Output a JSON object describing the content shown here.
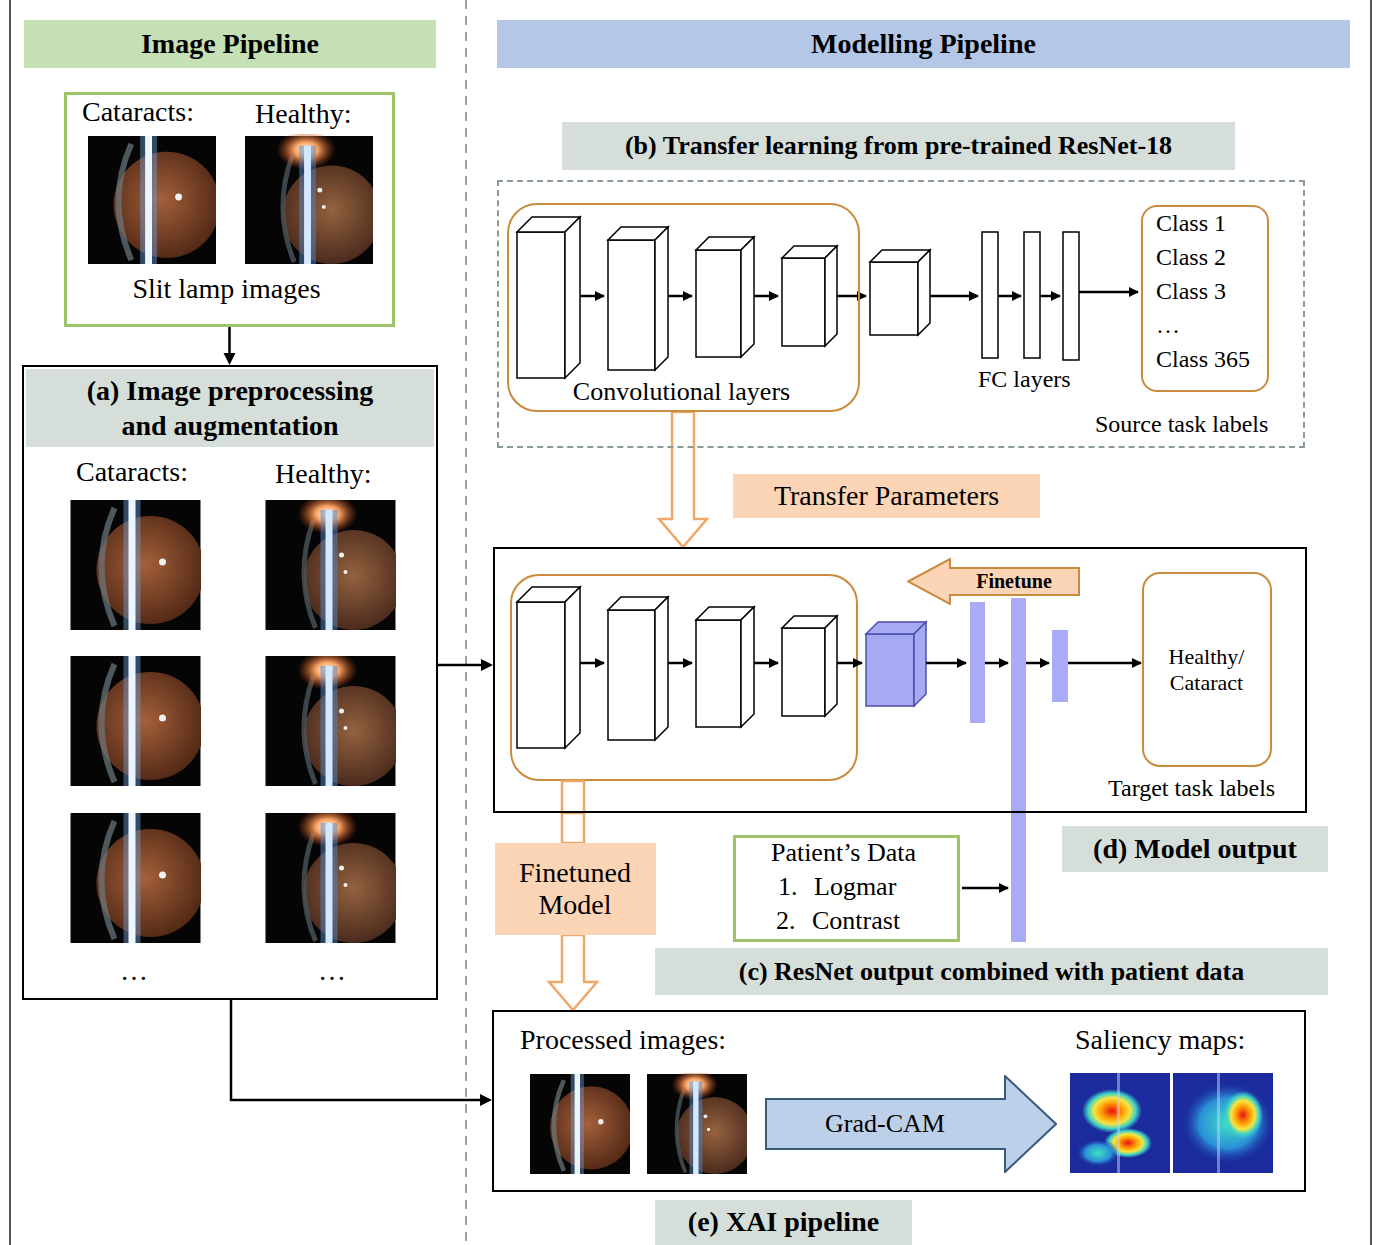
{
  "diagram": {
    "nodes": [
      {
        "text": [
          "Image Pipeline"
        ]
      },
      {
        "text": [
          "Cataracts:",
          "Healthy:",
          "Slit lamp images"
        ]
      },
      {
        "text": [
          "Cataracts:",
          "Healthy:",
          "…",
          "…"
        ]
      },
      {
        "text": [
          "(a) Image preprocessing and augmentation"
        ],
        "in": 2
      },
      {
        "text": [
          "Modelling Pipeline"
        ]
      },
      {
        "text": [
          "(b) Transfer learning from pre-trained ResNet-18"
        ]
      },
      {
        "text": [
          "Source task labels"
        ]
      },
      {
        "text": [
          "Convolutional layers"
        ],
        "in": 6
      },
      {
        "text": [
          "Class 1",
          "Class 2",
          "Class 3",
          "…",
          "Class 365"
        ],
        "in": 6
      },
      {
        "text": [
          "Transfer Parameters"
        ]
      },
      {
        "text": [
          "Target task labels"
        ]
      },
      {
        "text": [
          "Finetune"
        ],
        "in": 10
      },
      {
        "text": [
          "Healthy/ Cataract"
        ],
        "in": 10
      },
      {
        "text": [
          "Finetuned Model"
        ]
      },
      {
        "text": [
          "Patient’s Data",
          "1. Logmar",
          "2. Contrast"
        ]
      },
      {
        "text": [
          "(d) Model output"
        ]
      },
      {
        "text": [
          "(c) ResNet output combined with patient data"
        ]
      },
      {
        "text": [
          "Processed images:",
          "Saliency maps:"
        ]
      },
      {
        "text": [
          "Grad-CAM"
        ],
        "in": 17
      },
      {
        "text": [
          "(e) XAI pipeline"
        ]
      }
    ],
    "edges": [
      {
        "from": 1,
        "to": 2,
        "arrow": "to"
      },
      {
        "from": 2,
        "to": 10,
        "arrow": "to"
      },
      {
        "from": 2,
        "to": 17,
        "arrow": "to"
      },
      {
        "from": 7,
        "to": 10,
        "arrow": "to"
      },
      {
        "from": 10,
        "to": 13,
        "arrow": "none"
      },
      {
        "from": 13,
        "to": 17,
        "arrow": "to"
      }
    ],
    "labels": [
      "FC layers"
    ]
  }
}
